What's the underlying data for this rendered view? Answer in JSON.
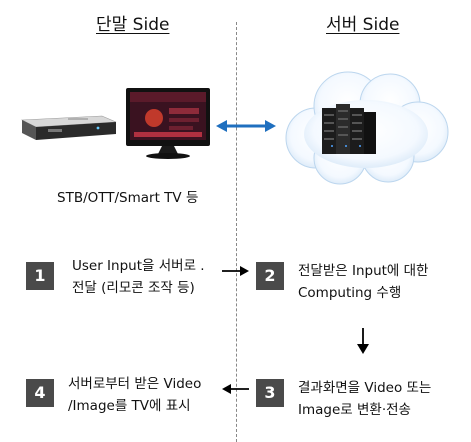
{
  "client_side": {
    "title": "단말 Side",
    "device_caption": "STB/OTT/Smart TV 등"
  },
  "server_side": {
    "title": "서버 Side"
  },
  "steps": [
    {
      "num": "1",
      "line1": "User Input을 서버로 .",
      "line2": "전달 (리모콘 조작 등)"
    },
    {
      "num": "2",
      "line1": "전달받은 Input에 대한",
      "line2": "Computing 수행"
    },
    {
      "num": "3",
      "line1": "결과화면을 Video 또는",
      "line2": "Image로 변환·전송"
    },
    {
      "num": "4",
      "line1": "서버로부터 받은 Video",
      "line2": "/Image를 TV에  표시"
    }
  ],
  "colors": {
    "badge": "#4a4a4a",
    "bidirectional_arrow": "#1f6fbf",
    "cloud_edge": "#bcd6ee"
  }
}
